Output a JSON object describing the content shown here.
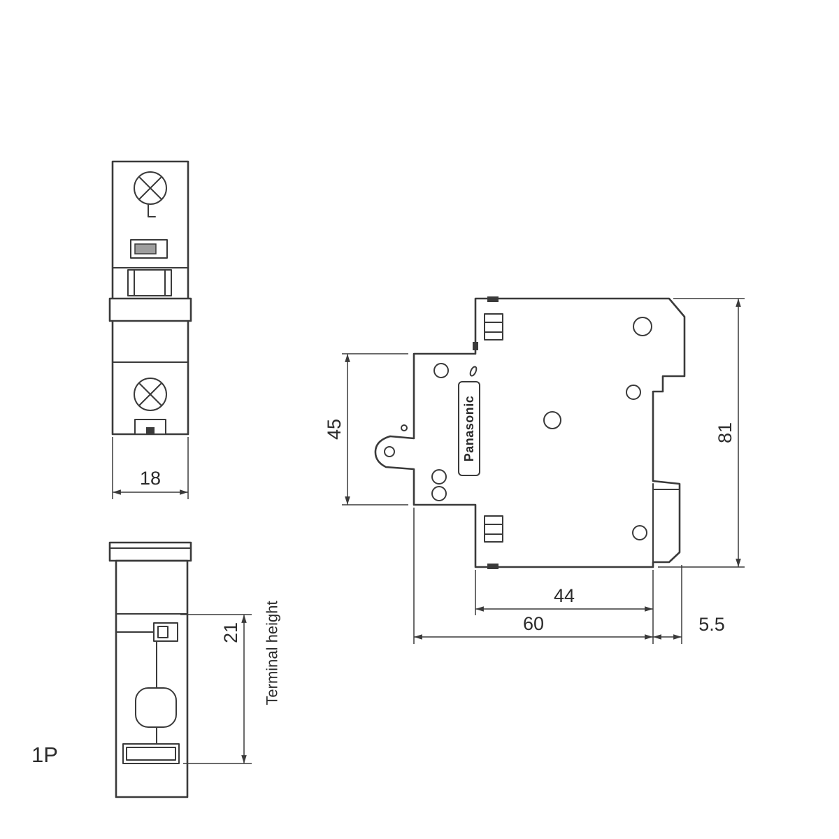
{
  "page": {
    "background_color": "#ffffff",
    "line_color": "#3a3a3a",
    "text_color": "#2b2b2b"
  },
  "drawing": {
    "brand_label": "Panasonic",
    "pole_label": "1P",
    "dimensions": {
      "front_width_mm": "18",
      "terminal_height_value_mm": "21",
      "terminal_height_label": "Terminal height",
      "upper_body_height_mm": "45",
      "overall_height_mm": "81",
      "base_depth_mm": "44",
      "overall_depth_mm": "60",
      "rail_clip_offset_mm": "5.5"
    }
  }
}
